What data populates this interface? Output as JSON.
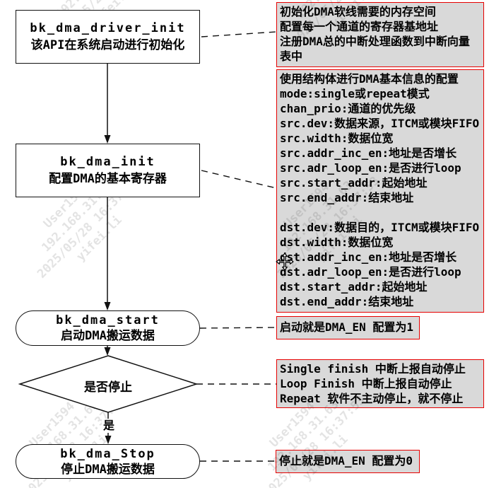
{
  "colors": {
    "annotation_border": "#e60000",
    "annotation_bg": "#d9d9d9",
    "shape_fill": "#ffffff",
    "line_color": "#000000"
  },
  "watermark": {
    "lines": [
      "User1594",
      "192.168.31.63",
      "2025/05/28 16:37:53",
      "yifei.li"
    ]
  },
  "flowchart": {
    "nodes": {
      "driver_init": {
        "title": "bk_dma_driver_init",
        "subtitle": "该API在系统启动进行初始化"
      },
      "dma_init": {
        "title": "bk_dma_init",
        "subtitle": "配置DMA的基本寄存器"
      },
      "dma_start": {
        "title": "bk_dma_start",
        "subtitle": "启动DMA搬运数据"
      },
      "decision": {
        "title": "是否停止"
      },
      "dma_stop": {
        "title": "bk_dma_Stop",
        "subtitle": "停止DMA搬运数据"
      }
    },
    "yes_label": "是"
  },
  "annotations": {
    "init_note": {
      "lines": [
        "初始化DMA软线需要的内存空间",
        "配置每一个通道的寄存器基地址",
        "注册DMA总的中断处理函数到中断向量表中"
      ]
    },
    "config_note": {
      "lines": [
        "使用结构体进行DMA基本信息的配置",
        "mode:single或repeat模式",
        "chan_prio:通道的优先级",
        "src.dev:数据来源，ITCM或模块FIFO",
        "src.width:数据位宽",
        "src.addr_inc_en:地址是否增长",
        "src.adr_loop_en:是否进行loop",
        "src.start_addr:起始地址",
        "src.end_addr:结束地址",
        "",
        "dst.dev:数据目的，ITCM或模块FIFO",
        "dst.width:数据位宽",
        "dst.addr_inc_en:地址是否增长",
        "dst.adr_loop_en:是否进行loop",
        "dst.start_addr:起始地址",
        "dst.end_addr:结束地址"
      ]
    },
    "start_note": {
      "text": "启动就是DMA_EN 配置为1"
    },
    "stop_condition_note": {
      "lines": [
        "Single finish 中断上报自动停止",
        "Loop Finish 中断上报自动停止",
        "Repeat 软件不主动停止，就不停止"
      ]
    },
    "stop_note": {
      "text": "停止就是DMA_EN 配置为0"
    }
  }
}
